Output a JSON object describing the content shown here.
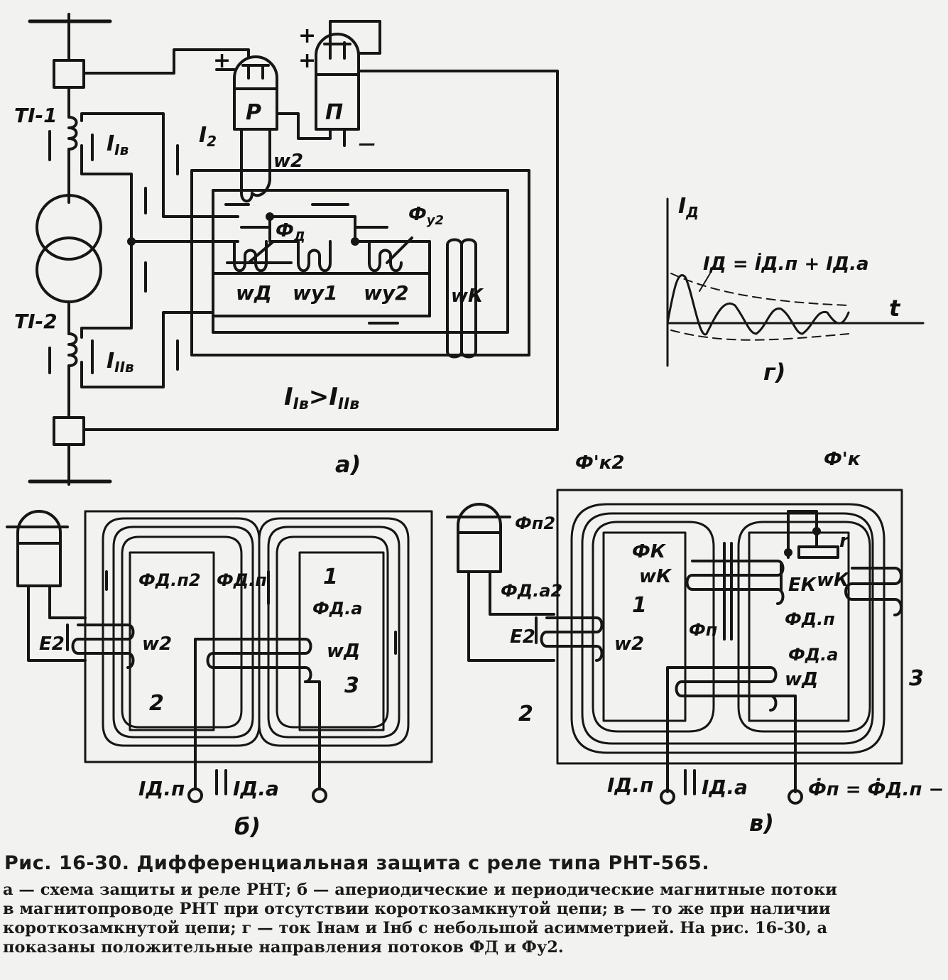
{
  "labels": {
    "t1": "TI-1",
    "t2": "TI-2",
    "i1b": "I",
    "i1b_sub": "Iв",
    "i2b": "I",
    "i2b_sub": "IIв",
    "i2": "I",
    "i2_sub": "2",
    "relay_p": "Р",
    "relay_pi": "П",
    "plus1": "+",
    "plus2": "+",
    "plus3": "+",
    "minus": "—",
    "w2": "w2",
    "phi_d": "Ф",
    "phi_d_sub": "Д",
    "phi_y2": "Ф",
    "phi_y2_sub": "у2",
    "w_d": "wД",
    "w_y1": "wу1",
    "w_y2": "wу2",
    "w_k": "wК",
    "cond": "I",
    "cond_sub1": "Iв",
    "cond_gt": ">I",
    "cond_sub2": "IIв",
    "a": "а)",
    "b": "б)",
    "v": "в)",
    "g": "г)",
    "graph_y": "I",
    "graph_y_sub": "Д",
    "graph_t": "t",
    "graph_formula": "IД = İД.п + IД.а",
    "b_phi_dp2": "ФД.п2",
    "b_phi_dp": "ФД.п",
    "b_phi_da": "ФД.а",
    "b_e2": "E2",
    "b_w2": "w2",
    "b_wd": "wД",
    "b_1": "1",
    "b_2": "2",
    "b_3": "3",
    "b_idp": "IД.п",
    "b_ida": "IД.а",
    "v_phi_k2": "Ф'к2",
    "v_phi_k": "Ф'к",
    "v_phi_p2": "Фп2",
    "v_phi_da2": "ФД.а2",
    "v_e2": "E2",
    "v_w2": "w2",
    "v_phik_in": "ФК",
    "v_wk_in": "wК",
    "v_1": "1",
    "v_phi_pi": "Фп",
    "v_ek": "EК",
    "v_wk": "wК",
    "v_r": "r",
    "v_phi_dp": "ФД.п",
    "v_phi_da": "ФД.а",
    "v_wd": "wД",
    "v_2": "2",
    "v_3": "3",
    "v_idp": "IД.п",
    "v_ida": "IД.а",
    "v_formula": "Ф̇п = Ф̇Д.п − Ф̇к"
  },
  "caption": {
    "title": "Рис. 16-30. Дифференциальная защита с реле типа РНТ-565.",
    "line1": "а — схема защиты и реле РНТ; б — апериодические и периодические магнитные потоки",
    "line2": "в магнитопроводе РНТ при отсутствии короткозамкнутой цепи; в — то же при наличии",
    "line3": "короткозамкнутой цепи; г — ток Iнам и Iнб с небольшой асимметрией. На рис. 16-30, а",
    "line4": "показаны положительные направления потоков ФД и Фу2."
  }
}
